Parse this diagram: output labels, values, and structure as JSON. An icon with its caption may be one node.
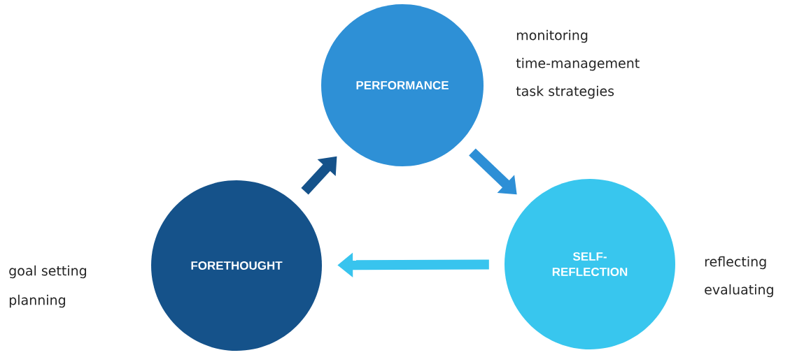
{
  "diagram": {
    "nodes": [
      {
        "text": [
          "PERFORMANCE"
        ],
        "beside": [
          "monitoring",
          "time-management",
          "task strategies"
        ]
      },
      {
        "text": [
          "SELF- REFLECTION"
        ],
        "beside": [
          "reflecting",
          "evaluating"
        ]
      },
      {
        "text": [
          "FORETHOUGHT"
        ],
        "beside": [
          "goal setting",
          "planning"
        ]
      }
    ],
    "edges": [
      {
        "from": 2,
        "to": 0,
        "arrow": "to",
        "color": "#15528a"
      },
      {
        "from": 0,
        "to": 1,
        "arrow": "to",
        "color": "#2d8fd6"
      },
      {
        "from": 1,
        "to": 2,
        "arrow": "to",
        "color": "#38c4ee"
      }
    ]
  }
}
